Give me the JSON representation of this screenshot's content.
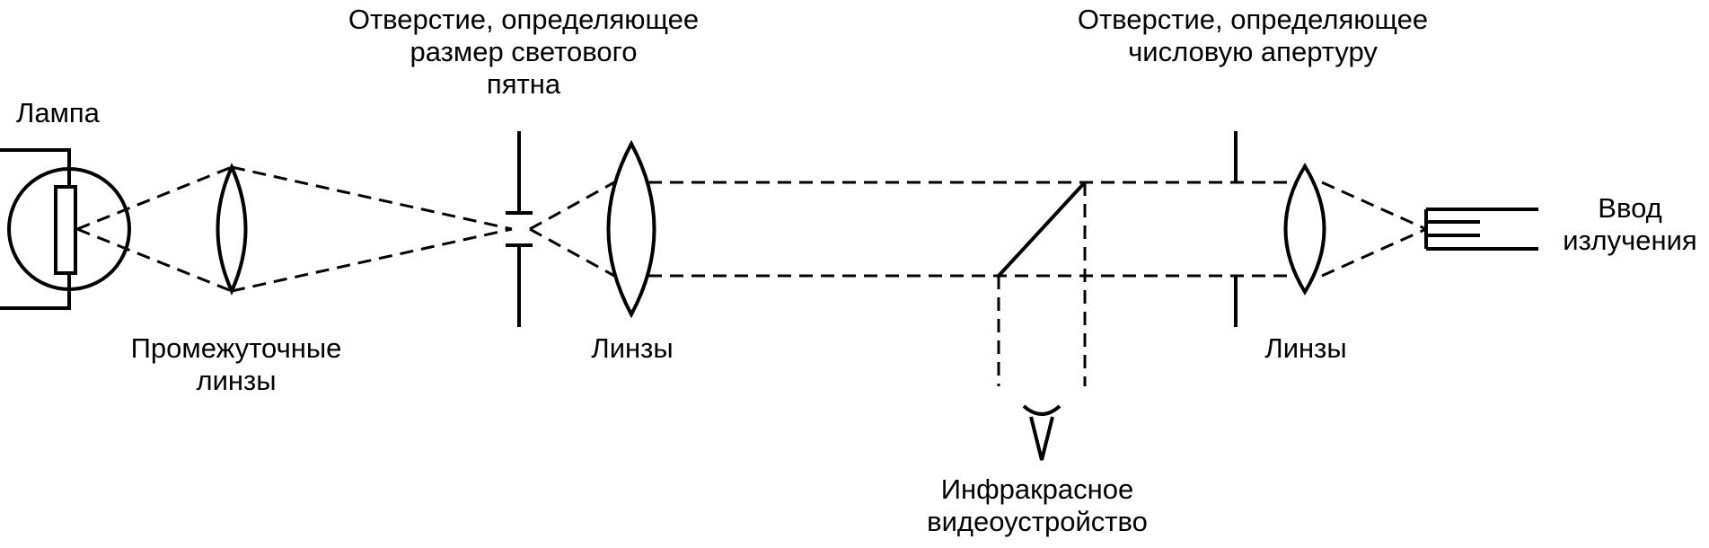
{
  "labels": {
    "lamp": "Лампа",
    "spot_aperture": [
      "Отверстие, определяющее",
      "размер светового",
      "пятна"
    ],
    "na_aperture": [
      "Отверстие, определяющее",
      "числовую апертуру"
    ],
    "radiation_input": [
      "Ввод",
      "излучения"
    ],
    "intermediate_lenses": [
      "Промежуточные",
      "линзы"
    ],
    "lenses_1": "Линзы",
    "lenses_2": "Линзы",
    "ir_video_device": [
      "Инфракрасное",
      "видеоустройство"
    ]
  },
  "colors": {
    "ink": "#000000",
    "background": "#ffffff"
  }
}
